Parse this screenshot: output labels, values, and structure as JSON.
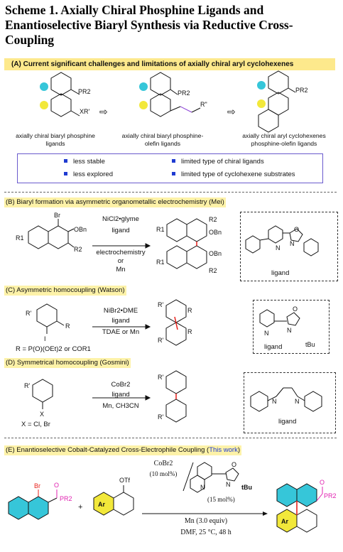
{
  "title": "Scheme 1. Axially Chiral Phosphine Ligands and Enantioselective Biaryl Synthesis via Reductive Cross-Coupling",
  "sectionA": {
    "header": "(A) Current significant challenges and limitations of axially chiral aryl cyclohexenes",
    "struct1_caption": "axially chiral biaryl phosphine ligands",
    "struct2_caption": "axially chiral biaryl phosphine-olefin ligands",
    "struct3_caption": "axially chiral aryl cyclohexenes phosphine-olefin ligands",
    "labels": {
      "pr2": "PR2",
      "xr": "XR'",
      "r2": "R\""
    },
    "limitations": [
      "less stable",
      "less explored",
      "limited type of chiral ligands",
      "limited type of cyclohexene substrates"
    ],
    "arrow_glyph": "⇨"
  },
  "sectionB": {
    "header": "(B) Biaryl formation via asymmetric organometallic electrochemistry (Mei)",
    "reagent1": "NiCl2•glyme",
    "reagent2": "ligand",
    "cond1": "electrochemistry",
    "cond2": "or",
    "cond3": "Mn",
    "substrate_labels": [
      "Br",
      "OBn",
      "R1",
      "R2"
    ],
    "product_labels": [
      "R2",
      "OBn",
      "OBn",
      "R1",
      "R1",
      "R2"
    ],
    "ligand_label": "ligand"
  },
  "sectionC": {
    "header": "(C) Asymmetric homocoupling (Watson)",
    "reagent1": "NiBr2•DME",
    "reagent2": "ligand",
    "cond": "TDAE or Mn",
    "substrate_note": "R = P(O)(OEt)2 or COR1",
    "substrate_labels": [
      "R'",
      "R",
      "I"
    ],
    "ligand_label": "ligand",
    "ligand_sub": "tBu"
  },
  "sectionD": {
    "header": "(D) Symmetrical homocoupling (Gosmini)",
    "reagent1": "CoBr2",
    "reagent2": "ligand",
    "cond": "Mn, CH3CN",
    "substrate_note": "X = Cl, Br",
    "substrate_labels": [
      "R'",
      "X"
    ],
    "ligand_label": "ligand"
  },
  "sectionE": {
    "header_main": "(E) Enantioselective Cobalt-Catalyzed Cross-Electrophile Coupling (",
    "header_highlight": "This work",
    "header_end": ")",
    "reagent1": "CoBr2",
    "reagent1_amt": "(10 mol%)",
    "ligand_amt": "(15 mol%)",
    "ligand_sub": "tBu",
    "cond1": "Mn (3.0 equiv)",
    "cond2": "DMF, 25 °C, 48 h",
    "plus": "+",
    "labels": {
      "br": "Br",
      "o": "O",
      "pr2": "PR2",
      "otf": "OTf",
      "ar": "Ar"
    }
  },
  "colors": {
    "cyan": "#36c6d9",
    "yellow": "#f2e83a",
    "magenta": "#e020b0",
    "red": "#e8201a",
    "blue": "#1f3bd1",
    "header_bg": "#fde98c"
  }
}
